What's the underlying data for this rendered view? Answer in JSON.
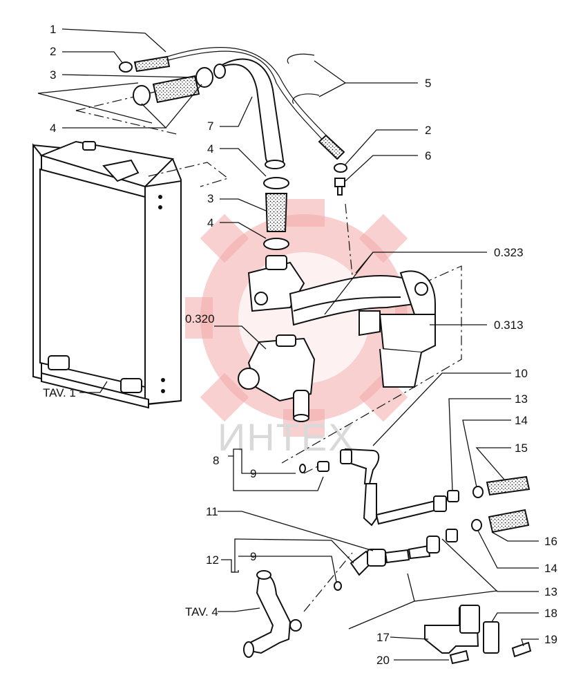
{
  "watermark": {
    "text": "ИНТЕХ",
    "color": "#f2a9a9"
  },
  "labels": {
    "l1": "1",
    "l2a": "2",
    "l3a": "3",
    "l4a": "4",
    "l5": "5",
    "l7": "7",
    "l2b": "2",
    "l6": "6",
    "l4b": "4",
    "l3b": "3",
    "l4c": "4",
    "l0323": "0.323",
    "l0320": "0.320",
    "l0313": "0.313",
    "ltav1": "TAV. 1",
    "l10": "10",
    "l13a": "13",
    "l14a": "14",
    "l15": "15",
    "l8": "8",
    "l9a": "9",
    "l11": "11",
    "l12": "12",
    "l9b": "9",
    "l16": "16",
    "l14b": "14",
    "l13b": "13",
    "ltav4": "TAV. 4",
    "l17": "17",
    "l18": "18",
    "l19": "19",
    "l20": "20"
  }
}
